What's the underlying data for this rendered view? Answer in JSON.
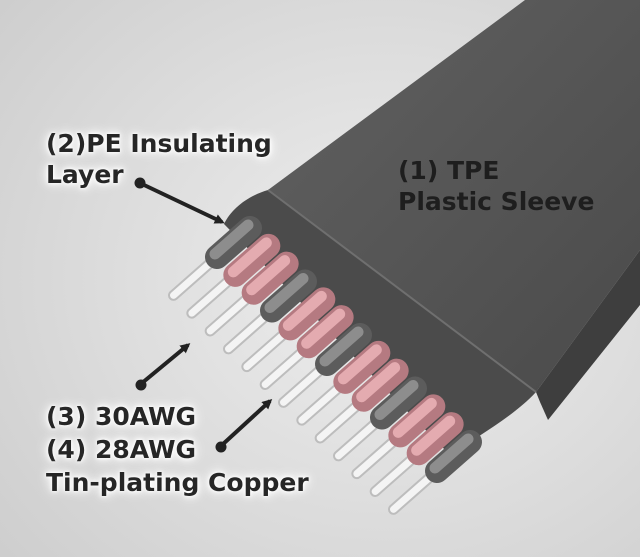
{
  "labels": {
    "sleeve": {
      "line1": "(1) TPE",
      "line2": "Plastic Sleeve"
    },
    "insulation": {
      "line1": "(2)PE Insulating",
      "line2": "Layer"
    },
    "conductors": {
      "line1": "(3) 30AWG",
      "line2": "(4) 28AWG",
      "line3": "Tin-plating Copper"
    }
  },
  "colors": {
    "background": "#e2e2e2",
    "sleeve": "#555555",
    "pink_insulation": "#d99aa0",
    "gray_insulation": "#7c7c7c",
    "conductor": "#eeeeee",
    "text": "#262626"
  }
}
